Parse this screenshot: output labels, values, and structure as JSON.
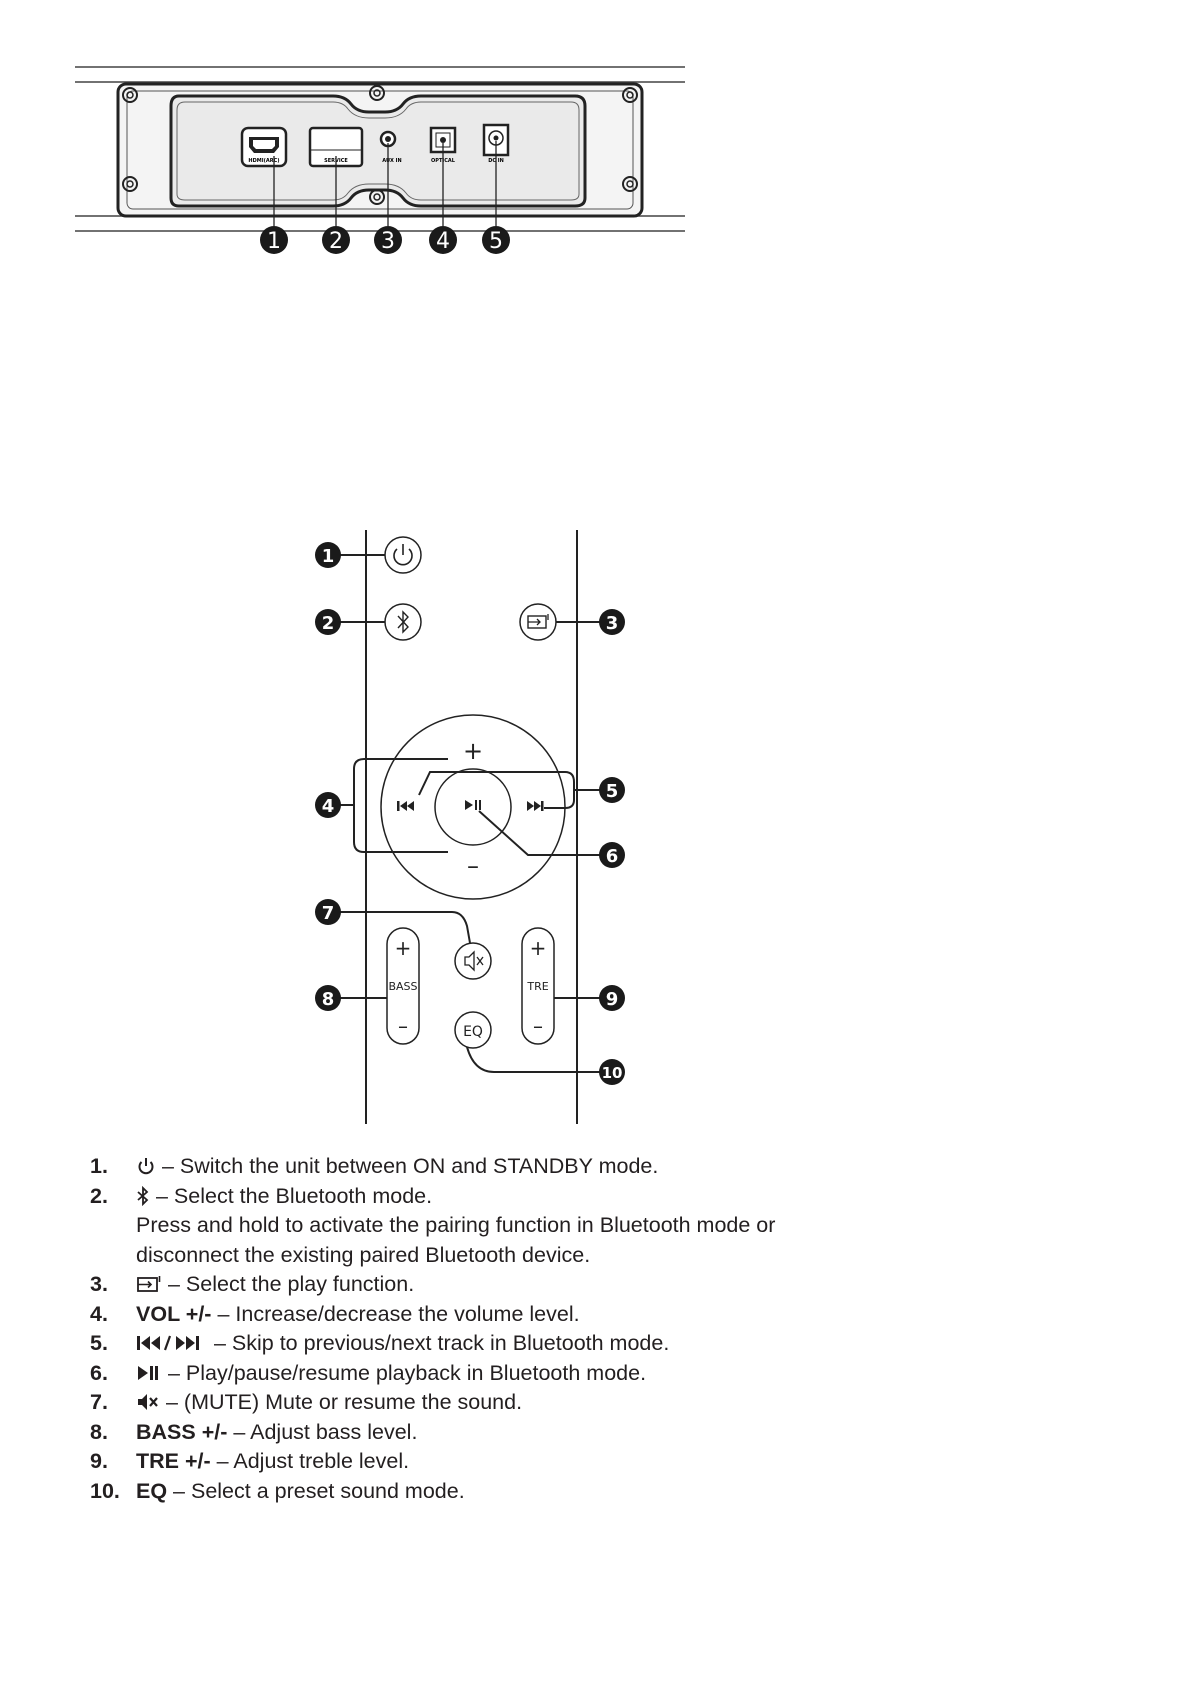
{
  "rear_panel": {
    "ports": [
      {
        "label": "HDMI(ARC)",
        "number": "1"
      },
      {
        "label": "SERVICE",
        "number": "2"
      },
      {
        "label": "AUX IN",
        "number": "3"
      },
      {
        "label": "OPTICAL",
        "number": "4"
      },
      {
        "label": "DC IN",
        "number": "5"
      }
    ]
  },
  "remote": {
    "callouts": [
      "1",
      "2",
      "3",
      "4",
      "5",
      "6",
      "7",
      "8",
      "9",
      "10"
    ],
    "plus": "+",
    "minus": "–",
    "bass_label": "BASS",
    "treble_label": "TRE",
    "eq_label": "EQ"
  },
  "key_list": [
    {
      "num": "1.",
      "icon": "power-icon",
      "label": "",
      "lines": [
        "– Switch the unit between ON and STANDBY mode."
      ]
    },
    {
      "num": "2.",
      "icon": "bluetooth-icon",
      "label": "",
      "lines": [
        "– Select the Bluetooth mode.",
        "Press and hold to activate the pairing function in Bluetooth mode or disconnect the existing paired Bluetooth device."
      ]
    },
    {
      "num": "3.",
      "icon": "input-source-icon",
      "label": "",
      "lines": [
        "– Select the play function."
      ]
    },
    {
      "num": "4.",
      "icon": "",
      "label": "VOL +/-",
      "lines": [
        " – Increase/decrease the volume level."
      ]
    },
    {
      "num": "5.",
      "icon": "prev-next-icon",
      "label": "",
      "lines": [
        "– Skip to previous/next track in Bluetooth mode."
      ]
    },
    {
      "num": "6.",
      "icon": "play-pause-icon",
      "label": "",
      "lines": [
        "– Play/pause/resume playback in Bluetooth mode."
      ]
    },
    {
      "num": "7.",
      "icon": "mute-icon",
      "label": "",
      "lines": [
        "– (MUTE) Mute or resume the sound."
      ]
    },
    {
      "num": "8.",
      "icon": "",
      "label": "BASS +/-",
      "lines": [
        " – Adjust bass level."
      ]
    },
    {
      "num": "9.",
      "icon": "",
      "label": "TRE +/-",
      "lines": [
        " – Adjust treble level."
      ]
    },
    {
      "num": "10.",
      "icon": "",
      "label": "EQ",
      "lines": [
        " – Select a preset sound mode."
      ]
    }
  ]
}
